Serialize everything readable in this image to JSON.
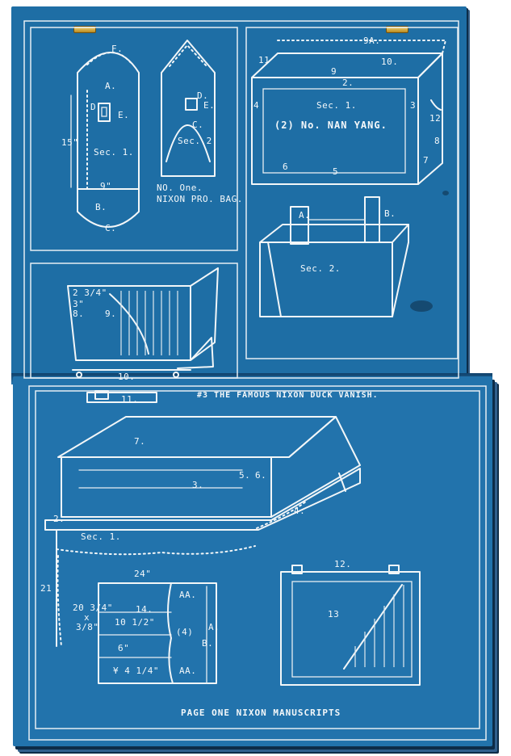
{
  "page_colors": {
    "blueprint": "#1e6ea5",
    "ink": "#f2f6f8"
  },
  "top_left_panel": {
    "bag1": {
      "a": "A.",
      "d": "D",
      "e": "E.",
      "f": "F.",
      "sec": "Sec. 1.",
      "width": "9\"",
      "b": "B.",
      "c": "C.",
      "height": "15\""
    },
    "bag2": {
      "d": "D.",
      "e": "E.",
      "c": "C.",
      "sec": "Sec. 2."
    },
    "caption_line1": "NO. One.",
    "caption_line2": "NIXON PRO. BAG."
  },
  "top_right_panel": {
    "box": {
      "n9a": "9A.",
      "n11": "11",
      "n10": "10.",
      "n9": "9",
      "n2": "2.",
      "n4": "4",
      "n3": "3",
      "n12": "12",
      "n8": "8",
      "n7": "7",
      "n6": "6",
      "n5": "5",
      "sec": "Sec. 1.",
      "name": "(2) No. NAN YANG."
    },
    "tray": {
      "a": "A.",
      "b": "B.",
      "sec": "Sec. 2."
    }
  },
  "mid_left_panel": {
    "d1": "2 3/4\"",
    "d2": "3\"",
    "n8": "8.",
    "n9": "9.",
    "n10": "10."
  },
  "bottom_page": {
    "title": "#3  THE FAMOUS NIXON DUCK VANISH.",
    "n11": "11.",
    "n7": "7.",
    "n3": "3.",
    "n5": "5.",
    "n6": "6.",
    "n4": "4.",
    "n2": "2.",
    "sec": "Sec. 1.",
    "width": "24\"",
    "leg": "21",
    "dims": {
      "d1": "20 3/4\"",
      "x": "x",
      "d2": "3/8\"",
      "n14": "14.",
      "d3": "10 1/2\"",
      "d4": "6\"",
      "d5": "¥ 4 1/4\"",
      "aa1": "AA.",
      "aa2": "AA.",
      "a": "A.",
      "b": "B.",
      "four": "(4)"
    },
    "cab": {
      "n12": "12.",
      "n13": "13"
    },
    "footer": "PAGE ONE   NIXON MANUSCRIPTS"
  }
}
